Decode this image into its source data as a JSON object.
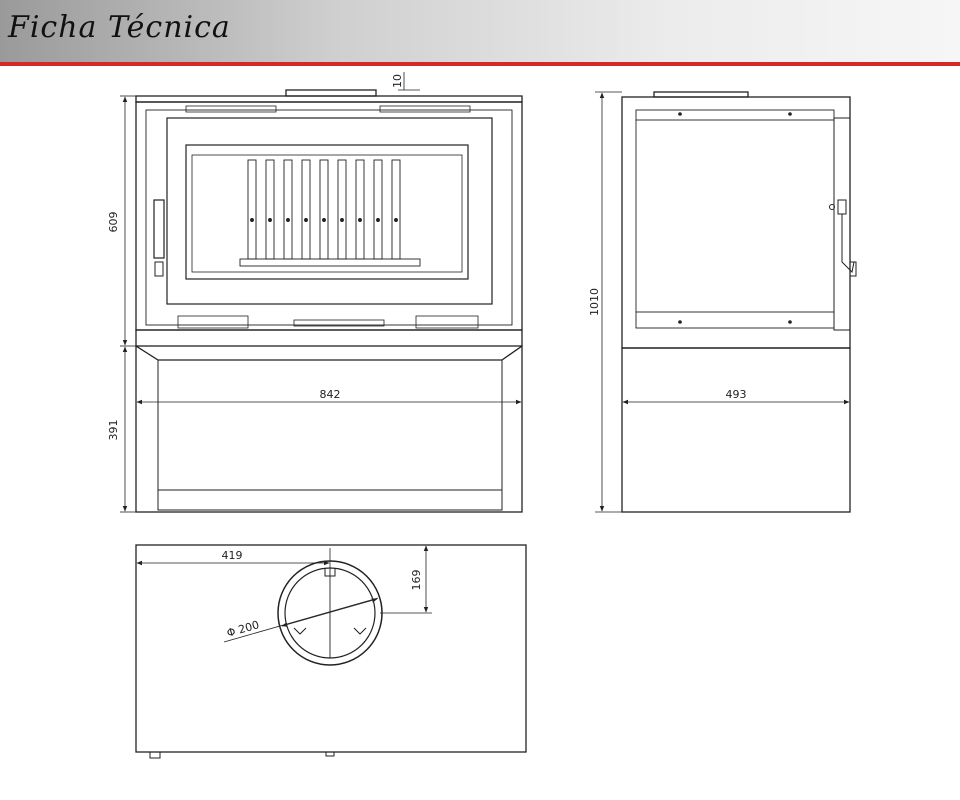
{
  "header": {
    "title": "Ficha Técnica",
    "accent_color": "#d62828"
  },
  "dimensions": {
    "front_top_height": "609",
    "front_base_height": "391",
    "front_width": "842",
    "top_collar_height": "10",
    "side_total_height": "1010",
    "side_depth": "493",
    "flue_offset_x": "419",
    "flue_offset_y": "169",
    "flue_diameter": "Φ 200"
  }
}
